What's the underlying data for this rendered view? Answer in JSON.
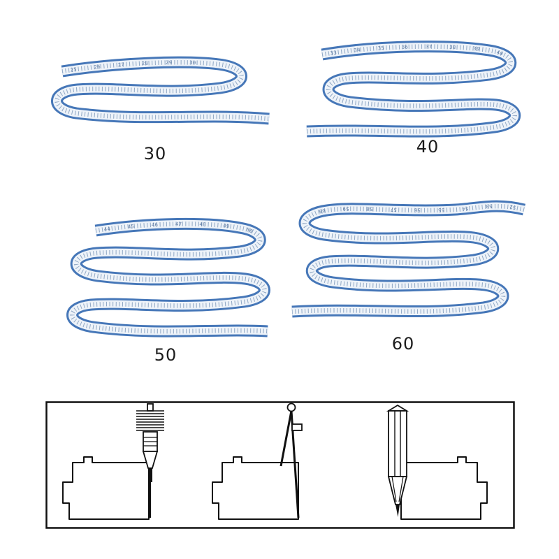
{
  "product": {
    "type": "flexible curve rulers photo with usage diagram",
    "rulers": [
      {
        "label": "30",
        "scale_text": "25 26 27 28 29 30"
      },
      {
        "label": "40",
        "scale_text": "33 34 35 36 37 38 39 40"
      },
      {
        "label": "50",
        "scale_text": "44 45 46 47 48 49 50"
      },
      {
        "label": "60",
        "scale_text": "52 53 54 55 56 57 58 59 60"
      }
    ]
  },
  "colors": {
    "ruler_blue": "#4677b8",
    "ruler_core": "#eef3f9",
    "tick": "#8fa7c4",
    "tick_ink": "#5e7ba3",
    "ink": "#111111"
  }
}
